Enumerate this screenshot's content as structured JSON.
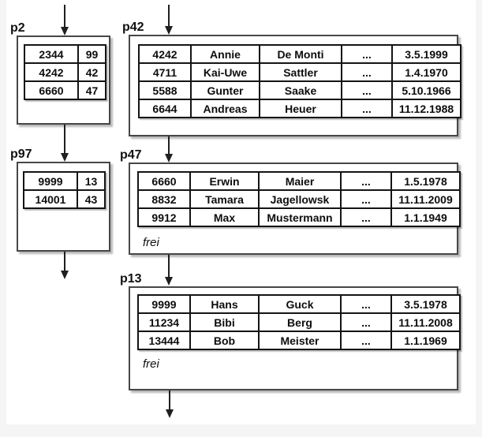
{
  "diagram": {
    "title_hint": "database page chain diagram",
    "colors": {
      "background": "#f5f5f5",
      "page_background": "#ffffff",
      "box_border": "#474747",
      "table_border": "#141414",
      "arrow": "#1f1f1f"
    },
    "pages": [
      {
        "id": "p2",
        "label": "p2",
        "kind": "index-page",
        "rows": [
          [
            "2344",
            "99"
          ],
          [
            "4242",
            "42"
          ],
          [
            "6660",
            "47"
          ]
        ],
        "free_label": ""
      },
      {
        "id": "p42",
        "label": "p42",
        "kind": "data-page",
        "rows": [
          [
            "4242",
            "Annie",
            "De Monti",
            "...",
            "3.5.1999"
          ],
          [
            "4711",
            "Kai-Uwe",
            "Sattler",
            "...",
            "1.4.1970"
          ],
          [
            "5588",
            "Gunter",
            "Saake",
            "...",
            "5.10.1966"
          ],
          [
            "6644",
            "Andreas",
            "Heuer",
            "...",
            "11.12.1988"
          ]
        ],
        "free_label": ""
      },
      {
        "id": "p97",
        "label": "p97",
        "kind": "index-page",
        "rows": [
          [
            "9999",
            "13"
          ],
          [
            "14001",
            "43"
          ]
        ],
        "free_label": ""
      },
      {
        "id": "p47",
        "label": "p47",
        "kind": "data-page",
        "rows": [
          [
            "6660",
            "Erwin",
            "Maier",
            "...",
            "1.5.1978"
          ],
          [
            "8832",
            "Tamara",
            "Jagellowsk",
            "...",
            "11.11.2009"
          ],
          [
            "9912",
            "Max",
            "Mustermann",
            "...",
            "1.1.1949"
          ]
        ],
        "free_label": "frei"
      },
      {
        "id": "p13",
        "label": "p13",
        "kind": "data-page",
        "rows": [
          [
            "9999",
            "Hans",
            "Guck",
            "...",
            "3.5.1978"
          ],
          [
            "11234",
            "Bibi",
            "Berg",
            "...",
            "11.11.2008"
          ],
          [
            "13444",
            "Bob",
            "Meister",
            "...",
            "1.1.1969"
          ]
        ],
        "free_label": "frei"
      }
    ],
    "arrows": [
      {
        "from": "outside-top",
        "to": "p2"
      },
      {
        "from": "outside-top",
        "to": "p42"
      },
      {
        "from": "p2",
        "to": "p97"
      },
      {
        "from": "p42",
        "to": "p47"
      },
      {
        "from": "p97",
        "to": "outside-bottom"
      },
      {
        "from": "p47",
        "to": "p13"
      },
      {
        "from": "p13",
        "to": "outside-bottom"
      }
    ]
  }
}
